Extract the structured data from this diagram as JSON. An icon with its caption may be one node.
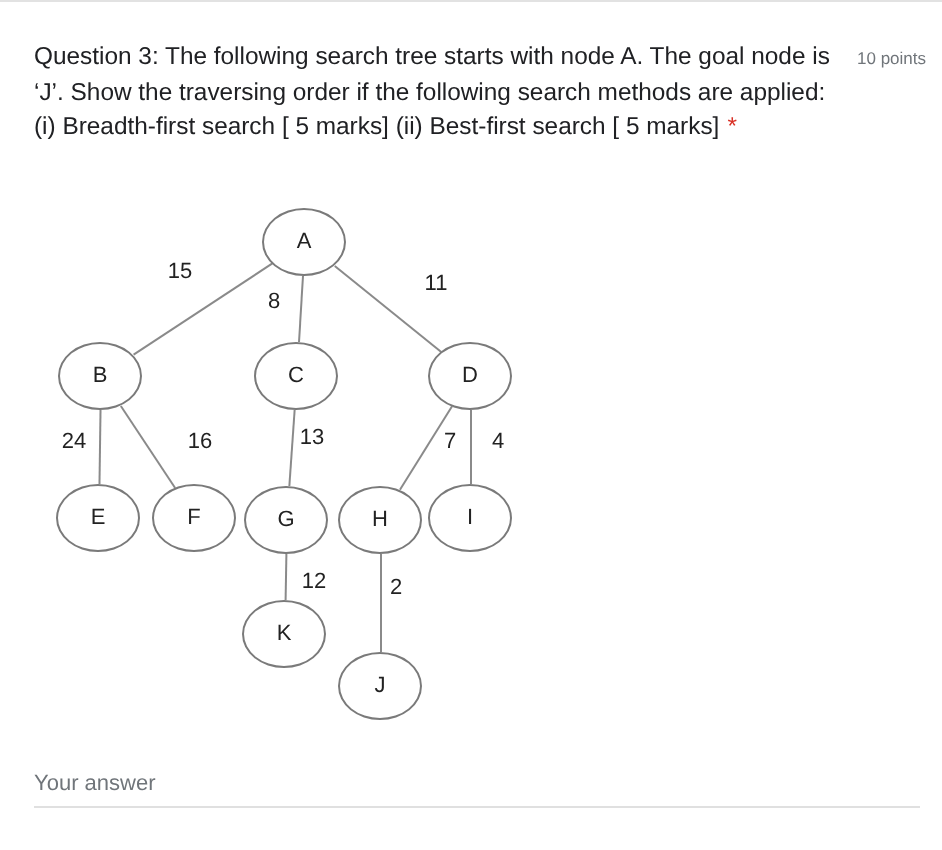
{
  "diagram": {
    "title": "Question 3: The following search tree starts with node A. The goal node is ‘J’. Show the traversing order if the following search methods are applied: (i) Breadth-first search [ 5 marks] (ii) Best-first search [ 5 marks]",
    "nodes": [
      {
        "text": [
          "A"
        ]
      },
      {
        "text": [
          "B"
        ]
      },
      {
        "text": [
          "C"
        ]
      },
      {
        "text": [
          "D"
        ]
      },
      {
        "text": [
          "E"
        ]
      },
      {
        "text": [
          "F"
        ]
      },
      {
        "text": [
          "G"
        ]
      },
      {
        "text": [
          "H"
        ]
      },
      {
        "text": [
          "I"
        ]
      },
      {
        "text": [
          "K"
        ]
      },
      {
        "text": [
          "J"
        ]
      }
    ],
    "edges": [
      {
        "from": 0,
        "to": 1,
        "arrow": "none",
        "label": "15"
      },
      {
        "from": 0,
        "to": 2,
        "arrow": "none",
        "label": "8"
      },
      {
        "from": 0,
        "to": 3,
        "arrow": "none",
        "label": "11"
      },
      {
        "from": 1,
        "to": 4,
        "arrow": "none",
        "label": "24"
      },
      {
        "from": 1,
        "to": 5,
        "arrow": "none",
        "label": "16"
      },
      {
        "from": 2,
        "to": 6,
        "arrow": "none",
        "label": "13"
      },
      {
        "from": 3,
        "to": 7,
        "arrow": "none",
        "label": "7"
      },
      {
        "from": 3,
        "to": 8,
        "arrow": "none",
        "label": "4"
      },
      {
        "from": 6,
        "to": 9,
        "arrow": "none",
        "label": "12"
      },
      {
        "from": 7,
        "to": 10,
        "arrow": "none",
        "label": "2"
      }
    ],
    "labels": [
      "10 points",
      "*",
      "Your answer"
    ]
  }
}
